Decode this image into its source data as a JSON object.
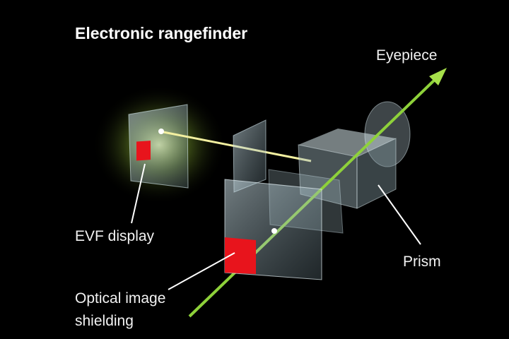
{
  "title": "Electronic rangefinder",
  "labels": {
    "eyepiece": "Eyepiece",
    "evf_display": "EVF display",
    "prism": "Prism",
    "shielding_line1": "Optical image",
    "shielding_line2": "shielding"
  },
  "colors": {
    "background": "#000000",
    "optical_path": "#8ed13a",
    "evf_beam": "#f3f0a0",
    "shield": "#e8141c",
    "leader_lines": "#ffffff"
  }
}
